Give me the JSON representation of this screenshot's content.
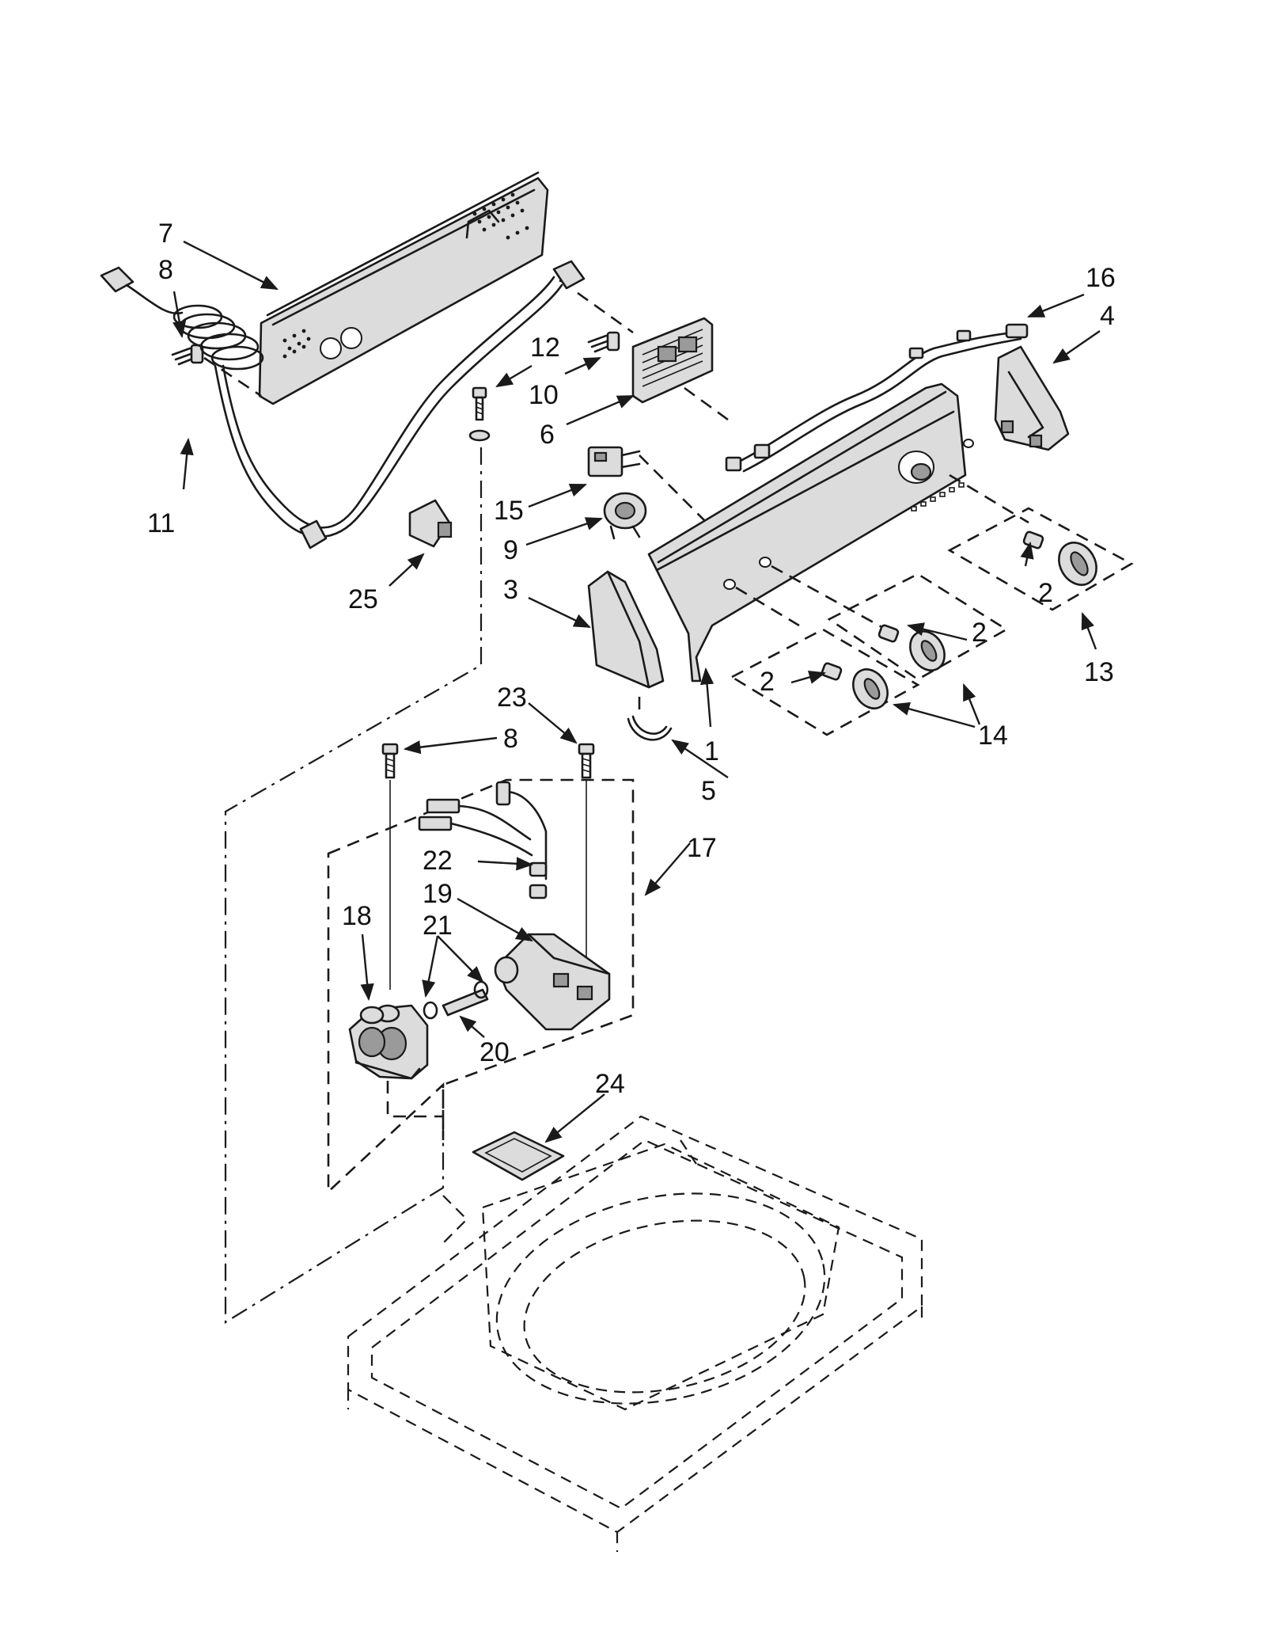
{
  "callouts": {
    "c1": "1",
    "c2a": "2",
    "c2b": "2",
    "c2c": "2",
    "c3": "3",
    "c4": "4",
    "c5": "5",
    "c6": "6",
    "c7": "7",
    "c8a": "8",
    "c8b": "8",
    "c9": "9",
    "c10": "10",
    "c11": "11",
    "c12": "12",
    "c13": "13",
    "c14": "14",
    "c15": "15",
    "c16": "16",
    "c17": "17",
    "c18": "18",
    "c19": "19",
    "c20": "20",
    "c21": "21",
    "c22": "22",
    "c23": "23",
    "c24": "24",
    "c25": "25"
  }
}
